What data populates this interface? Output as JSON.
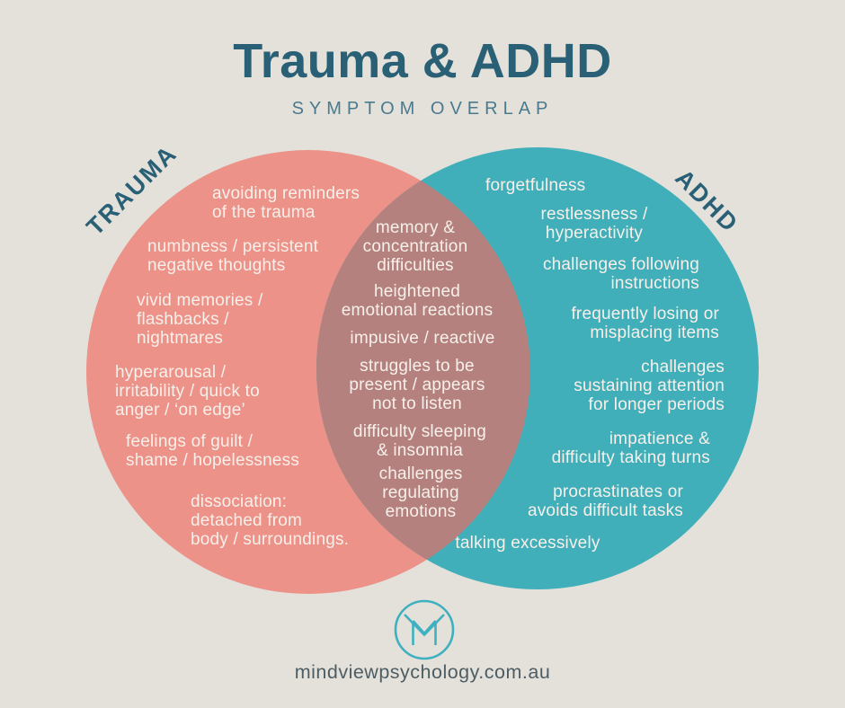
{
  "page": {
    "background_color": "#E4E1DB"
  },
  "header": {
    "title": "Trauma & ADHD",
    "subtitle": "SYMPTOM OVERLAP"
  },
  "venn": {
    "trauma": {
      "label": "TRAUMA",
      "circle_color": "#EC9289",
      "items": [
        "avoiding reminders\nof the trauma",
        "numbness / persistent\nnegative thoughts",
        "vivid memories /\nflashbacks /\nnightmares",
        "hyperarousal /\nirritability / quick to\nanger / ‘on edge’",
        "feelings of guilt /\nshame / hopelessness",
        "dissociation:\ndetached from\nbody / surroundings."
      ]
    },
    "overlap": {
      "circle_color": "#B5817E",
      "items": [
        "memory &\nconcentration\ndifficulties",
        "heightened\nemotional reactions",
        "impusive / reactive",
        "struggles to be\npresent / appears\nnot to listen",
        "difficulty sleeping\n& insomnia",
        "challenges\nregulating\nemotions"
      ]
    },
    "adhd": {
      "label": "ADHD",
      "circle_color": "#41AFB9",
      "items": [
        "forgetfulness",
        "restlessness /\nhyperactivity",
        "challenges following\ninstructions",
        "frequently losing or\nmisplacing items",
        "challenges\nsustaining attention\nfor longer periods",
        "impatience &\ndifficulty taking turns",
        "procrastinates or\navoids difficult tasks",
        "talking excessively"
      ]
    }
  },
  "footer": {
    "logo_icon": "mindview-m-monogram",
    "logo_color": "#3FB0BF",
    "website": "mindviewpsychology.com.au"
  },
  "colors": {
    "title_text": "#2A6076",
    "subtitle_text": "#4A7A8E",
    "circle_label_text": "#2A6076",
    "item_text": "#F7F0EA",
    "website_text": "#4D5D64"
  }
}
